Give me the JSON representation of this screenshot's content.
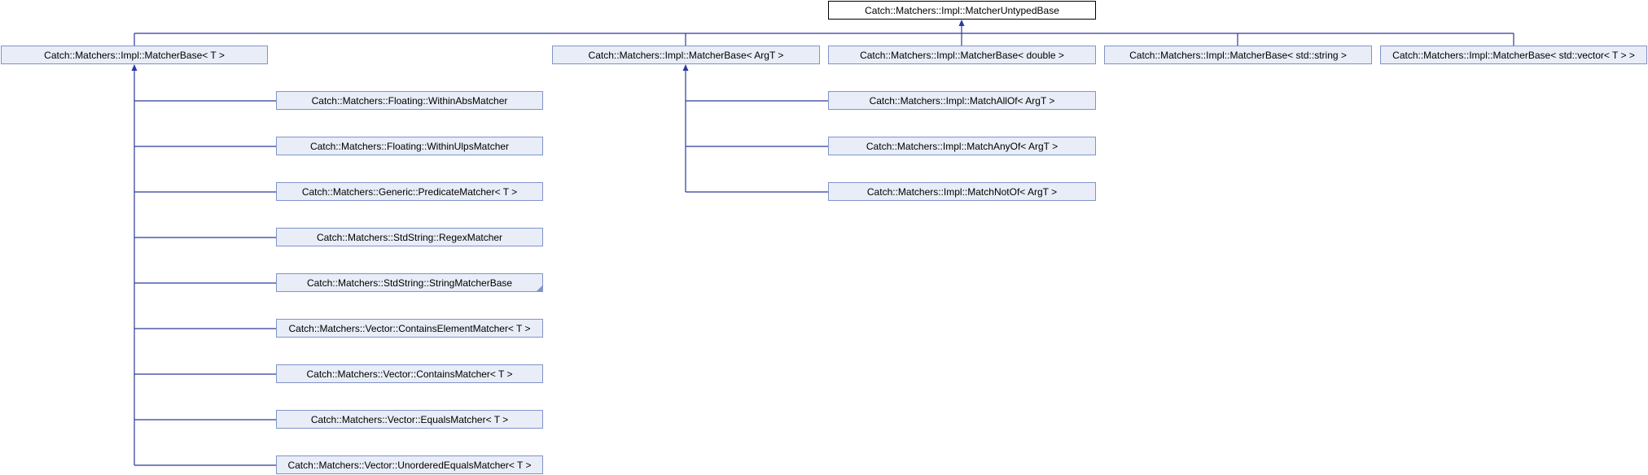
{
  "diagram": {
    "edge_color": "#2a3a9c",
    "node_fill": "#e8edf7",
    "node_border": "#8193c9",
    "root": {
      "id": "untyped",
      "label": "Catch::Matchers::Impl::MatcherUntypedBase"
    },
    "nodes": [
      {
        "id": "mb_t",
        "label": "Catch::Matchers::Impl::MatcherBase< T >"
      },
      {
        "id": "mb_argt",
        "label": "Catch::Matchers::Impl::MatcherBase< ArgT >"
      },
      {
        "id": "mb_double",
        "label": "Catch::Matchers::Impl::MatcherBase< double >"
      },
      {
        "id": "mb_string",
        "label": "Catch::Matchers::Impl::MatcherBase< std::string >"
      },
      {
        "id": "mb_vector",
        "label": "Catch::Matchers::Impl::MatcherBase< std::vector< T > >"
      },
      {
        "id": "within_abs",
        "label": "Catch::Matchers::Floating::WithinAbsMatcher"
      },
      {
        "id": "within_ulps",
        "label": "Catch::Matchers::Floating::WithinUlpsMatcher"
      },
      {
        "id": "predicate",
        "label": "Catch::Matchers::Generic::PredicateMatcher< T >"
      },
      {
        "id": "regex",
        "label": "Catch::Matchers::StdString::RegexMatcher"
      },
      {
        "id": "string_base",
        "label": "Catch::Matchers::StdString::StringMatcherBase"
      },
      {
        "id": "contains_element",
        "label": "Catch::Matchers::Vector::ContainsElementMatcher< T >"
      },
      {
        "id": "contains",
        "label": "Catch::Matchers::Vector::ContainsMatcher< T >"
      },
      {
        "id": "equals",
        "label": "Catch::Matchers::Vector::EqualsMatcher< T >"
      },
      {
        "id": "unordered_equals",
        "label": "Catch::Matchers::Vector::UnorderedEqualsMatcher< T >"
      },
      {
        "id": "match_all",
        "label": "Catch::Matchers::Impl::MatchAllOf< ArgT >"
      },
      {
        "id": "match_any",
        "label": "Catch::Matchers::Impl::MatchAnyOf< ArgT >"
      },
      {
        "id": "match_not",
        "label": "Catch::Matchers::Impl::MatchNotOf< ArgT >"
      }
    ],
    "edges": [
      {
        "from": "mb_t",
        "to": "untyped"
      },
      {
        "from": "mb_argt",
        "to": "untyped"
      },
      {
        "from": "mb_double",
        "to": "untyped"
      },
      {
        "from": "mb_string",
        "to": "untyped"
      },
      {
        "from": "mb_vector",
        "to": "untyped"
      },
      {
        "from": "within_abs",
        "to": "mb_t"
      },
      {
        "from": "within_ulps",
        "to": "mb_t"
      },
      {
        "from": "predicate",
        "to": "mb_t"
      },
      {
        "from": "regex",
        "to": "mb_t"
      },
      {
        "from": "string_base",
        "to": "mb_t"
      },
      {
        "from": "contains_element",
        "to": "mb_t"
      },
      {
        "from": "contains",
        "to": "mb_t"
      },
      {
        "from": "equals",
        "to": "mb_t"
      },
      {
        "from": "unordered_equals",
        "to": "mb_t"
      },
      {
        "from": "match_all",
        "to": "mb_argt"
      },
      {
        "from": "match_any",
        "to": "mb_argt"
      },
      {
        "from": "match_not",
        "to": "mb_argt"
      }
    ]
  }
}
